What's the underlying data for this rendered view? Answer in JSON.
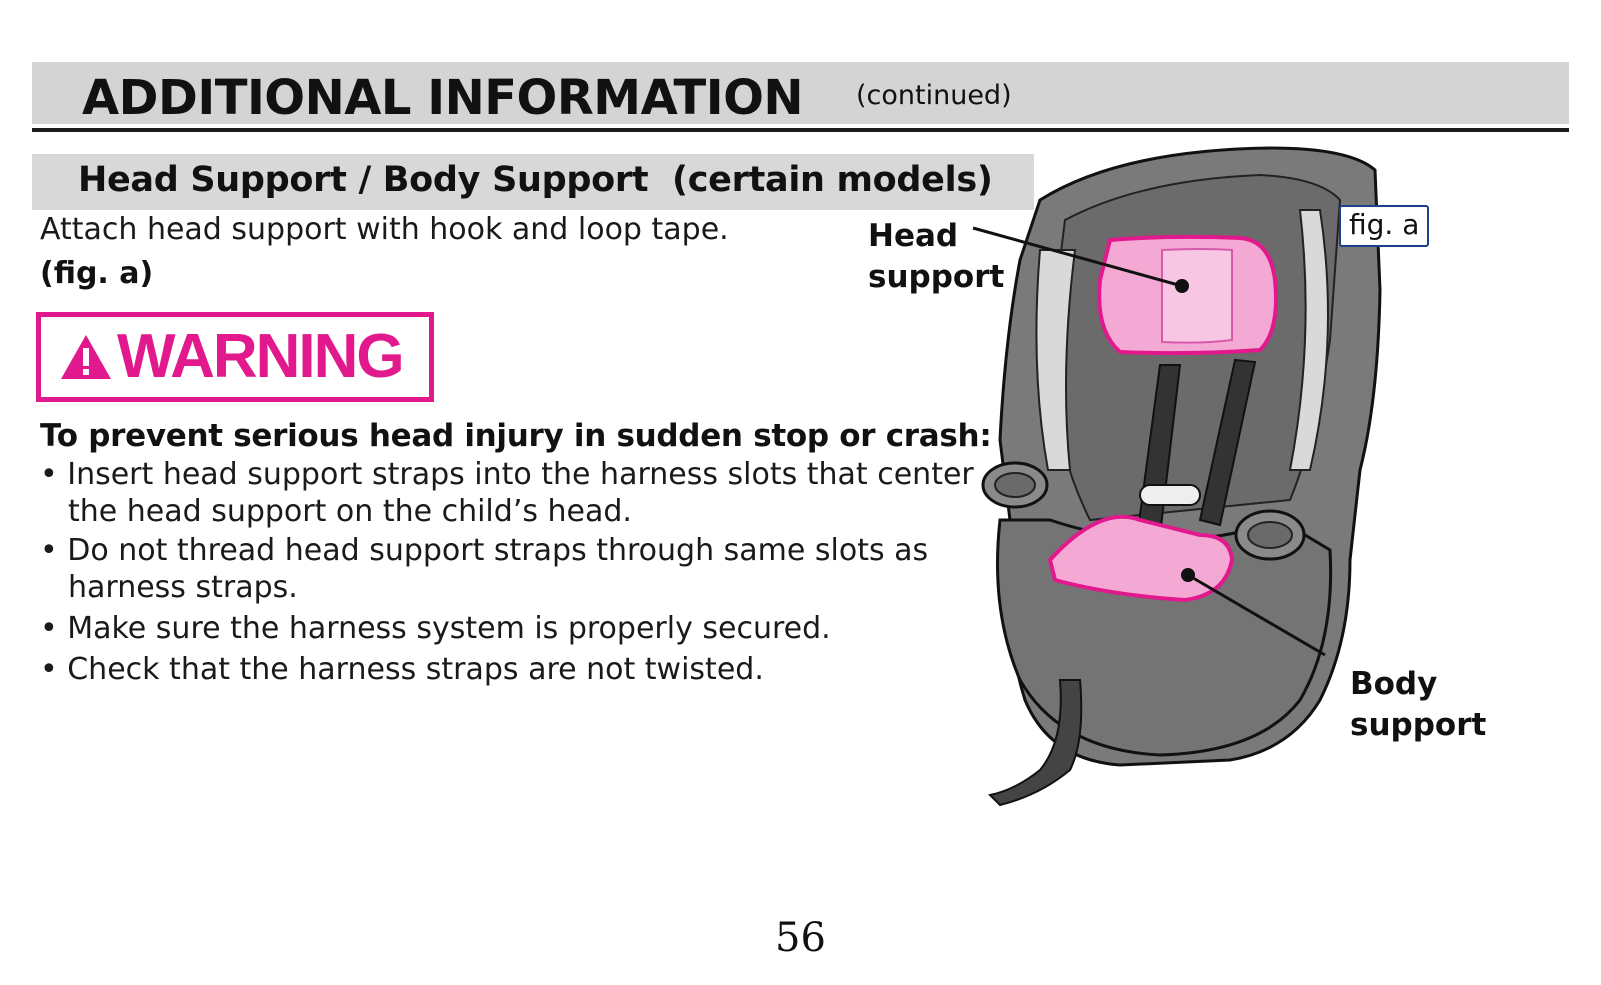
{
  "header": {
    "title": "ADDITIONAL INFORMATION",
    "continued": "(continued)"
  },
  "section": {
    "heading": "Head Support / Body Support  (certain models)",
    "intro": "Attach head support with hook and loop tape.",
    "figure_ref": "(fig. a)"
  },
  "warning": {
    "label": "WARNING",
    "icon": "warning-triangle-icon",
    "lead": "To prevent serious head injury in sudden stop or crash:",
    "bullets": [
      "• Insert head support straps into the harness slots that center the head support on the child’s head.",
      "• Do not thread head support straps through same slots as harness straps.",
      "• Make sure the harness system is properly secured.",
      "• Check that the harness straps are not twisted."
    ],
    "color": "#e2188d"
  },
  "figure": {
    "tag": "fig. a",
    "callouts": {
      "head_line1": "Head",
      "head_line2": "support",
      "body_line1": "Body",
      "body_line2": "support"
    }
  },
  "footer": {
    "page_number": "56"
  }
}
